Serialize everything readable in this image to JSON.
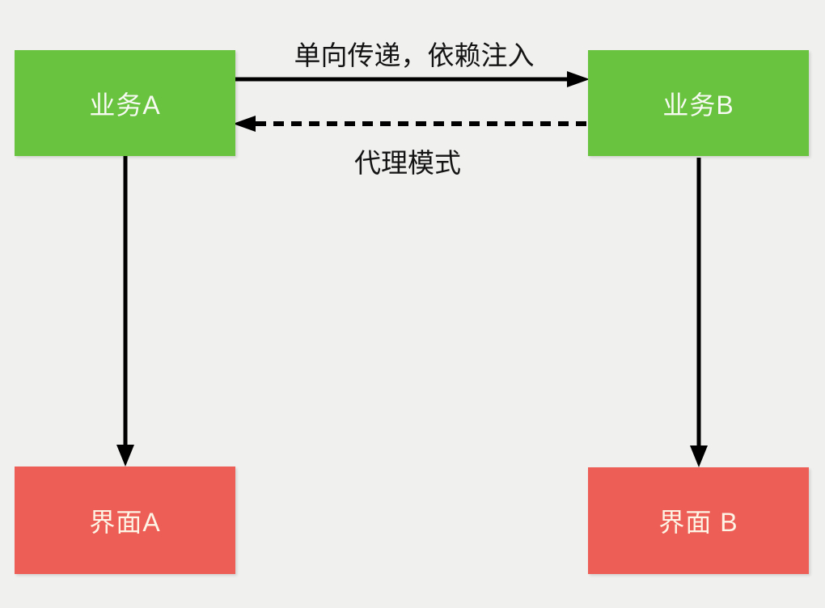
{
  "diagram": {
    "nodes": {
      "business_a": {
        "label": "业务A",
        "color": "#69c33e"
      },
      "business_b": {
        "label": "业务B",
        "color": "#69c33e"
      },
      "interface_a": {
        "label": "界面A",
        "color": "#ec5e56"
      },
      "interface_b": {
        "label": "界面 B",
        "color": "#ec5e56"
      }
    },
    "edges": {
      "a_to_b": {
        "label": "单向传递，依赖注入",
        "style": "solid",
        "direction": "right"
      },
      "b_to_a": {
        "label": "代理模式",
        "style": "dashed",
        "direction": "left"
      },
      "business_a_to_interface_a": {
        "label": "",
        "style": "solid",
        "direction": "down"
      },
      "business_b_to_interface_b": {
        "label": "",
        "style": "solid",
        "direction": "down"
      }
    },
    "colors": {
      "background": "#f0f0ee",
      "node_green": "#69c33e",
      "node_red": "#ec5e56",
      "arrow": "#000000",
      "green_node_text": "#f7faf2",
      "red_node_text": "#fdf4e5",
      "edge_label_text": "#141414"
    }
  }
}
